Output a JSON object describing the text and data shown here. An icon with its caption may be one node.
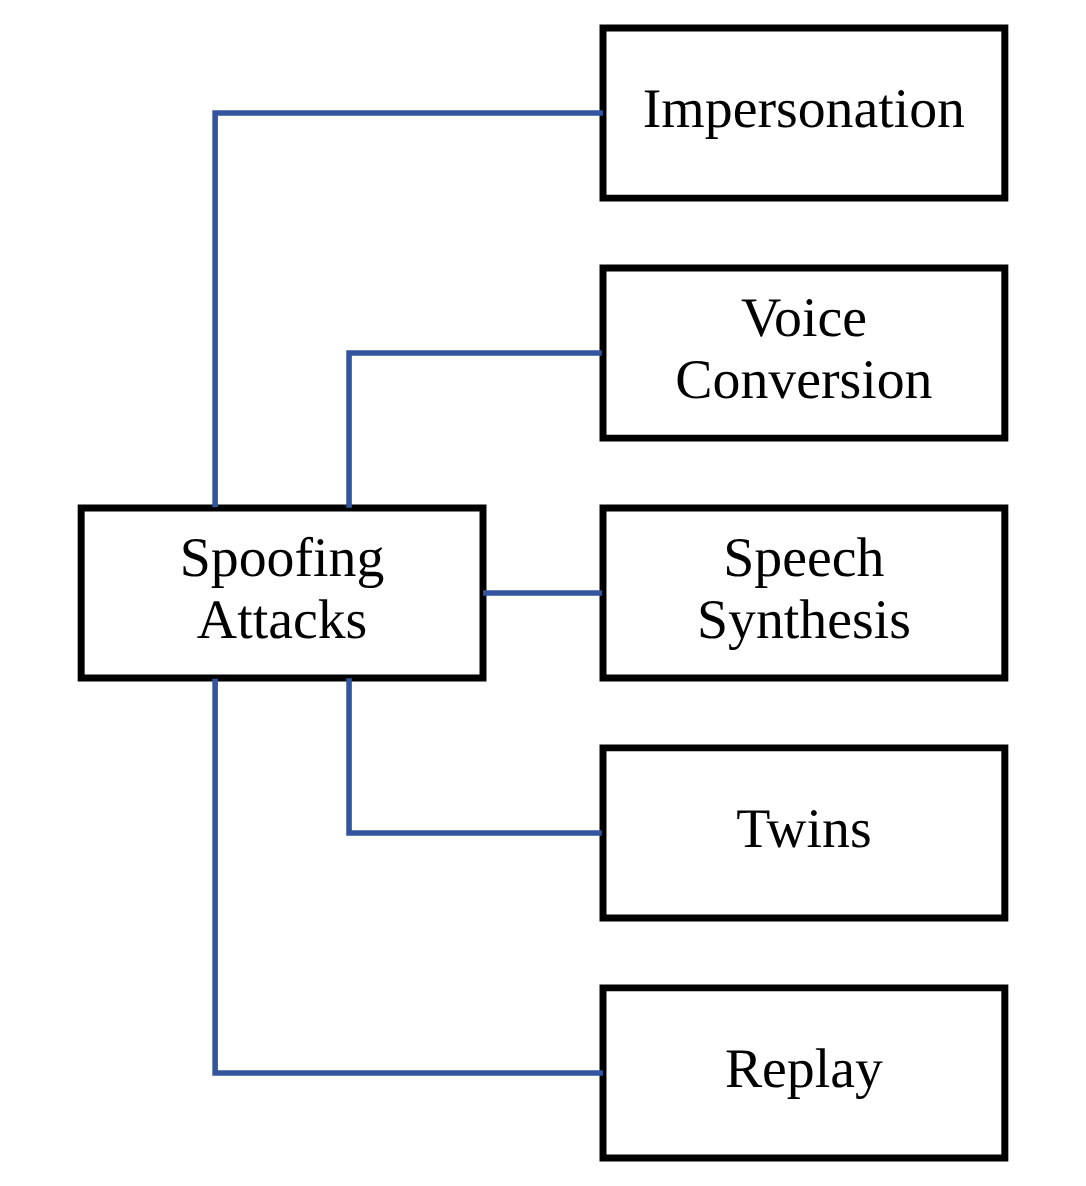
{
  "diagram": {
    "nodes": [
      {
        "text": [
          "Spoofing Attacks"
        ]
      },
      {
        "text": [
          "Impersonation"
        ]
      },
      {
        "text": [
          "Voice Conversion"
        ]
      },
      {
        "text": [
          "Speech Synthesis"
        ]
      },
      {
        "text": [
          "Twins"
        ]
      },
      {
        "text": [
          "Replay"
        ]
      }
    ],
    "edges": [
      {
        "from": 0,
        "to": 1,
        "arrow": "none"
      },
      {
        "from": 0,
        "to": 2,
        "arrow": "none"
      },
      {
        "from": 0,
        "to": 3,
        "arrow": "none"
      },
      {
        "from": 0,
        "to": 4,
        "arrow": "none"
      },
      {
        "from": 0,
        "to": 5,
        "arrow": "none"
      }
    ]
  }
}
